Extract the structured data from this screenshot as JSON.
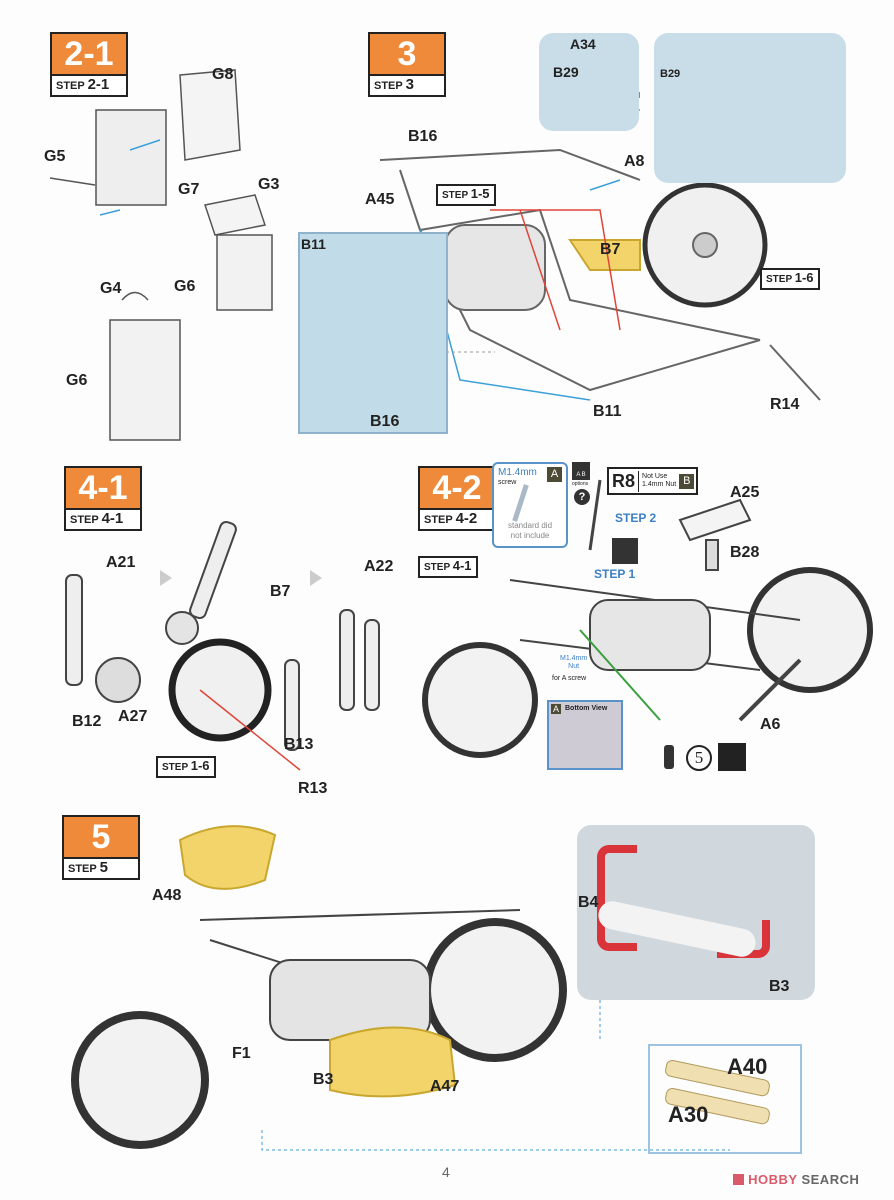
{
  "steps": {
    "s21": {
      "number": "2-1",
      "label": "STEP",
      "sub": "2-1"
    },
    "s3": {
      "number": "3",
      "label": "STEP",
      "sub": "3"
    },
    "s41": {
      "number": "4-1",
      "label": "STEP",
      "sub": "4-1"
    },
    "s42": {
      "number": "4-2",
      "label": "STEP",
      "sub": "4-2"
    },
    "s5": {
      "number": "5",
      "label": "STEP",
      "sub": "5"
    }
  },
  "refs": {
    "r15": {
      "label": "STEP",
      "sub": "1-5"
    },
    "r16a": {
      "label": "STEP",
      "sub": "1-6"
    },
    "r16b": {
      "label": "STEP",
      "sub": "1-6"
    },
    "r41": {
      "label": "STEP",
      "sub": "4-1"
    }
  },
  "parts": {
    "s21": [
      "G8",
      "G5",
      "G7",
      "G3",
      "G4",
      "G6",
      "G6"
    ],
    "s3": [
      "A34",
      "B29",
      "B29",
      "B16",
      "A8",
      "A45",
      "B7",
      "B11",
      "R14",
      "B11",
      "B16"
    ],
    "s41": [
      "A21",
      "B7",
      "A22",
      "B12",
      "A27",
      "B13",
      "R13"
    ],
    "s42": [
      "A25",
      "B28",
      "A6"
    ],
    "s5": [
      "A48",
      "B4",
      "B3",
      "F1",
      "B3",
      "A47",
      "A40",
      "A30"
    ]
  },
  "screw_box": {
    "title": "M1.4mm",
    "sub": "screw",
    "letter": "A",
    "note1": "standard did",
    "note2": "not include"
  },
  "options": {
    "a": "A",
    "b": "B",
    "text": "options",
    "question": "?"
  },
  "r8": {
    "part": "R8",
    "line1": "Not Use",
    "line2": "1.4mm Nut",
    "letter": "B"
  },
  "step_hints": {
    "step1": "STEP 1",
    "step2": "STEP 2"
  },
  "nut_note": {
    "line1": "M1.4mm",
    "line2": "Nut",
    "line3": "for A screw"
  },
  "bottom_view": {
    "letter": "A",
    "title": "Bottom View"
  },
  "next_step": "5",
  "page_number": "4",
  "watermark": {
    "brand": "HOBBY",
    "rest": "SEARCH"
  },
  "colors": {
    "orange": "#ef8a3a",
    "blue": "#3b9fd8",
    "red": "#e0453a",
    "yellow": "#f2d46b",
    "panel": "#c2dbe8"
  }
}
